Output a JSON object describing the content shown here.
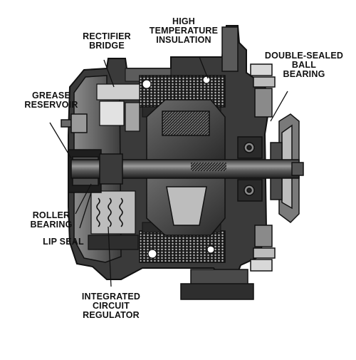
{
  "labels": {
    "rectifier_bridge": [
      "RECTIFIER",
      "BRIDGE"
    ],
    "high_temperature_insulation": [
      "HIGH",
      "TEMPERATURE",
      "INSULATION"
    ],
    "double_sealed_ball_bearing": [
      "DOUBLE-SEALED",
      "BALL",
      "BEARING"
    ],
    "grease_reservoir": [
      "GREASE",
      "RESERVOIR"
    ],
    "roller_bearing": [
      "ROLLER",
      "BEARING"
    ],
    "lip_seal": [
      "LIP SEAL"
    ],
    "integrated_circuit_regulator": [
      "INTEGRATED",
      "CIRCUIT",
      "REGULATOR"
    ]
  }
}
